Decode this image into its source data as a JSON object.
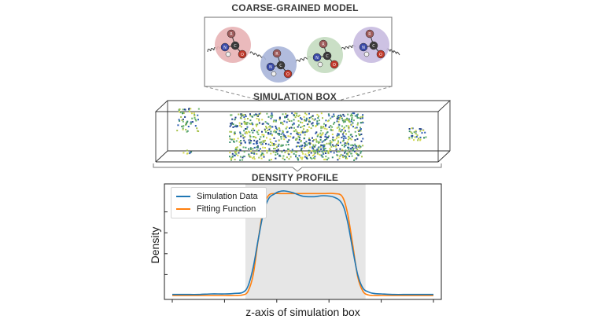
{
  "titles": {
    "coarse_grained_model": "COARSE-GRAINED MODEL",
    "simulation_box": "SIMULATION BOX",
    "density_profile": "DENSITY PROFILE"
  },
  "beads": [
    {
      "color": "#e8b3b5",
      "labels": [
        "R",
        "N",
        "C",
        "O",
        "H"
      ]
    },
    {
      "color": "#a9b5d9",
      "labels": [
        "R",
        "N",
        "C",
        "O",
        "H"
      ]
    },
    {
      "color": "#c4dcc0",
      "labels": [
        "R",
        "N",
        "C",
        "O",
        "H"
      ]
    },
    {
      "color": "#c8bbe0",
      "labels": [
        "R",
        "N",
        "C",
        "O",
        "H"
      ]
    }
  ],
  "colors": {
    "simulation": "#1f77b4",
    "fitting": "#ff7f0e",
    "dense_region": "#e6e6e6"
  },
  "chart_data": {
    "type": "line",
    "title": "",
    "xlabel": "z-axis of simulation box",
    "ylabel": "Density",
    "xlim": [
      0,
      1
    ],
    "ylim": [
      0,
      1
    ],
    "dense_region": [
      0.28,
      0.74
    ],
    "legend_position": "top-left",
    "series": [
      {
        "name": "Simulation Data",
        "x": [
          0,
          0.05,
          0.1,
          0.15,
          0.2,
          0.24,
          0.27,
          0.29,
          0.31,
          0.33,
          0.35,
          0.37,
          0.39,
          0.41,
          0.43,
          0.46,
          0.5,
          0.54,
          0.58,
          0.62,
          0.65,
          0.67,
          0.69,
          0.71,
          0.73,
          0.75,
          0.77,
          0.8,
          0.85,
          0.9,
          0.95,
          1
        ],
        "y": [
          0.01,
          0.01,
          0.01,
          0.015,
          0.015,
          0.02,
          0.03,
          0.09,
          0.27,
          0.55,
          0.8,
          0.93,
          0.97,
          0.995,
          1.0,
          0.985,
          0.95,
          0.945,
          0.955,
          0.94,
          0.88,
          0.72,
          0.45,
          0.2,
          0.07,
          0.035,
          0.02,
          0.015,
          0.01,
          0.01,
          0.01,
          0.01
        ]
      },
      {
        "name": "Fitting Function",
        "x": [
          0,
          0.05,
          0.1,
          0.15,
          0.2,
          0.24,
          0.27,
          0.29,
          0.31,
          0.33,
          0.35,
          0.37,
          0.39,
          0.41,
          0.43,
          0.46,
          0.5,
          0.54,
          0.58,
          0.62,
          0.65,
          0.67,
          0.69,
          0.71,
          0.73,
          0.75,
          0.77,
          0.8,
          0.85,
          0.9,
          0.95,
          1
        ],
        "y": [
          0.0,
          0.0,
          0.0,
          0.0,
          0.0,
          0.0,
          0.005,
          0.04,
          0.2,
          0.55,
          0.85,
          0.96,
          0.975,
          0.975,
          0.975,
          0.975,
          0.975,
          0.975,
          0.975,
          0.975,
          0.95,
          0.8,
          0.5,
          0.18,
          0.04,
          0.005,
          0.0,
          0.0,
          0.0,
          0.0,
          0.0,
          0.0
        ]
      }
    ]
  }
}
